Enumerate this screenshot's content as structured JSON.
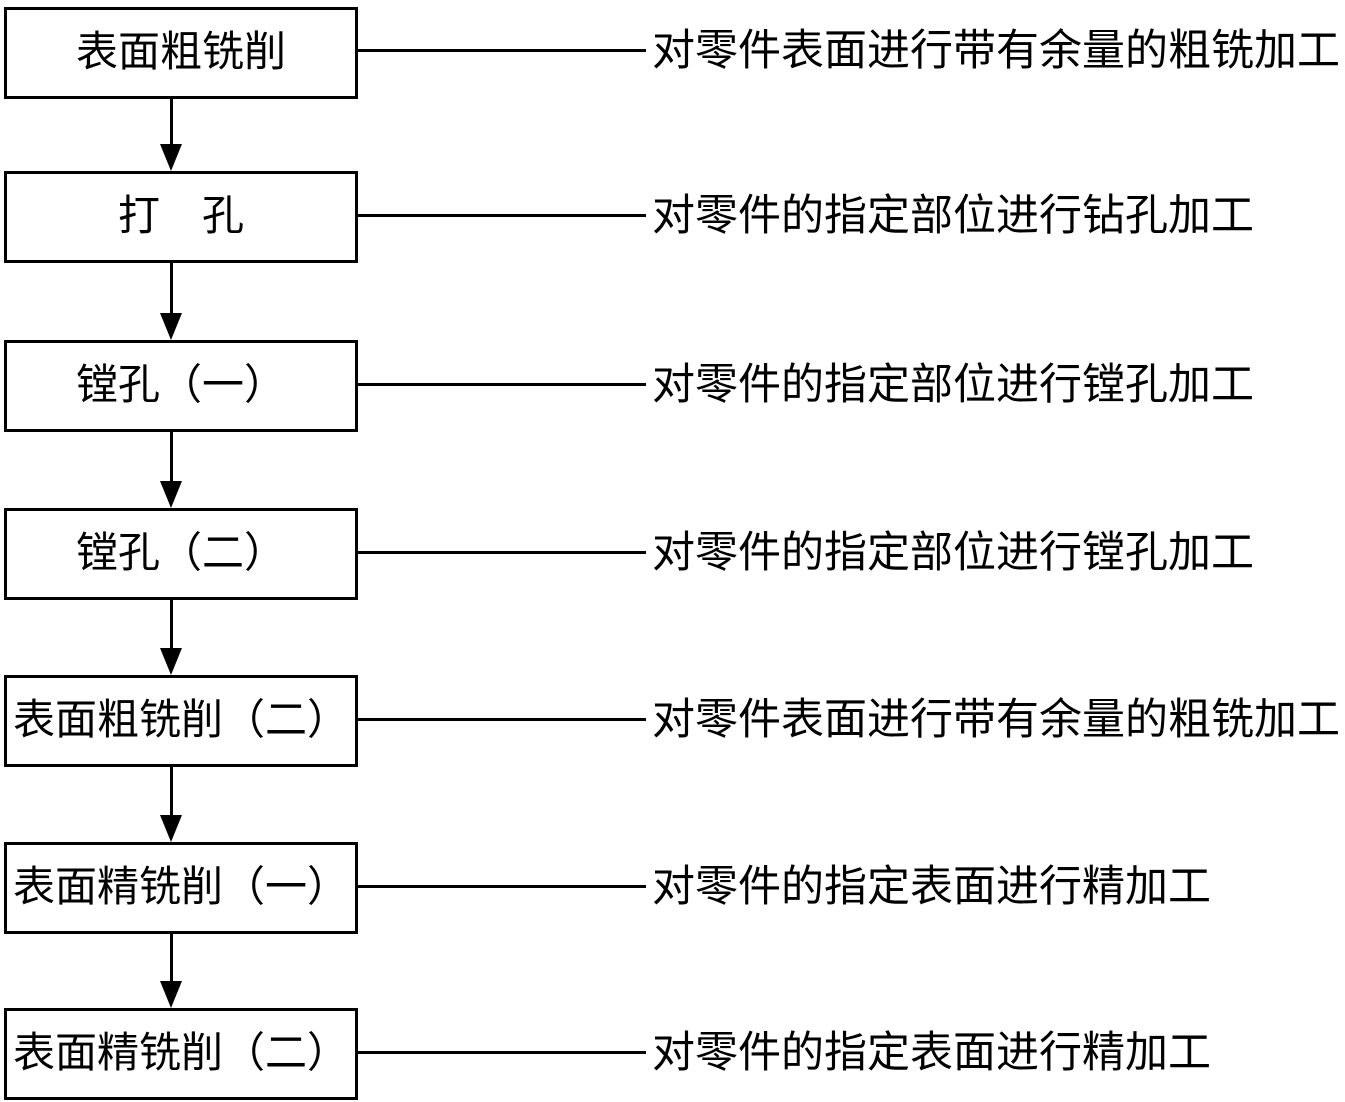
{
  "figure": {
    "type": "process-flowchart",
    "background_color": "#ffffff",
    "line_color": "#000000"
  },
  "steps": [
    {
      "box_label": "表面粗铣削",
      "description": "对零件表面进行带有余量的粗铣加工"
    },
    {
      "box_label": "打　孔",
      "description": "对零件的指定部位进行钻孔加工"
    },
    {
      "box_label": "镗孔（一）",
      "description": "对零件的指定部位进行镗孔加工"
    },
    {
      "box_label": "镗孔（二）",
      "description": "对零件的指定部位进行镗孔加工"
    },
    {
      "box_label": "表面粗铣削（二）",
      "description": "对零件表面进行带有余量的粗铣加工"
    },
    {
      "box_label": "表面精铣削（一）",
      "description": "对零件的指定表面进行精加工"
    },
    {
      "box_label": "表面精铣削（二）",
      "description": "对零件的指定表面进行精加工"
    }
  ]
}
